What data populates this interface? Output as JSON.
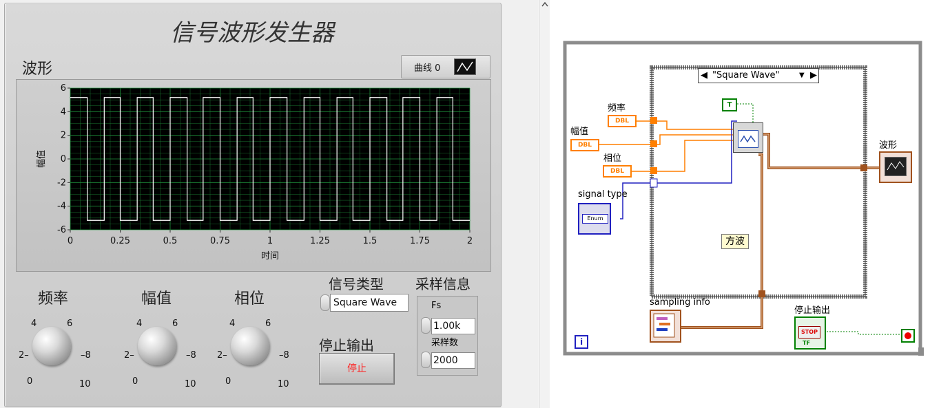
{
  "front_panel": {
    "title": "信号波形发生器",
    "graph": {
      "title": "波形",
      "legend_label": "曲线 0",
      "y_axis_label": "幅值",
      "x_axis_label": "时间",
      "y_ticks": [
        "6",
        "4",
        "2",
        "0",
        "-2",
        "-4",
        "-6"
      ],
      "x_ticks": [
        "0",
        "0.25",
        "0.5",
        "0.75",
        "1",
        "1.25",
        "1.5",
        "1.75",
        "2"
      ]
    },
    "knobs": [
      {
        "label": "频率",
        "scale": [
          "0",
          "2",
          "4",
          "6",
          "8",
          "10"
        ]
      },
      {
        "label": "幅值",
        "scale": [
          "0",
          "2",
          "4",
          "6",
          "8",
          "10"
        ]
      },
      {
        "label": "相位",
        "scale": [
          "0",
          "2",
          "4",
          "6",
          "8",
          "10"
        ]
      }
    ],
    "signal_type": {
      "label": "信号类型",
      "value": "Square Wave"
    },
    "stop": {
      "label": "停止输出",
      "button_text": "停止"
    },
    "sampling": {
      "label": "采样信息",
      "fs_label": "Fs",
      "fs_value": "1.00k",
      "samples_label": "采样数",
      "samples_value": "2000"
    }
  },
  "chart_data": {
    "type": "line",
    "title": "",
    "xlabel": "时间",
    "ylabel": "幅值",
    "xlim": [
      0,
      2
    ],
    "ylim": [
      -6,
      6
    ],
    "grid": true,
    "series": [
      {
        "name": "曲线 0",
        "color": "#ffffff",
        "shape": "square",
        "amplitude": 5.2,
        "transitions": [
          0.085,
          0.17,
          0.25,
          0.335,
          0.415,
          0.5,
          0.585,
          0.665,
          0.75,
          0.835,
          0.915,
          1.0,
          1.085,
          1.17,
          1.25,
          1.335,
          1.415,
          1.5,
          1.585,
          1.665,
          1.75,
          1.835,
          1.915,
          2.0
        ],
        "start_high": true
      }
    ]
  },
  "block_diagram": {
    "case_selector": "\"Square Wave\"",
    "case_label": "方波",
    "labels": {
      "freq": "频率",
      "amp": "幅值",
      "phase": "相位",
      "signal_type": "signal type",
      "waveform": "波形",
      "sampling": "sampling info",
      "stop": "停止输出"
    },
    "terminal_type": "DBL",
    "enum_text": "Enum",
    "true_const": "T",
    "stop_text": "STOP",
    "tf_text": "TF",
    "loop_icon": "i"
  },
  "colors": {
    "plot_bg": "#000000",
    "grid": "#1e8f3a",
    "dbl_wire": "#ff7f00",
    "cluster_wire": "#a0521e",
    "enum_wire": "#2020c0",
    "bool_wire": "#008000"
  }
}
